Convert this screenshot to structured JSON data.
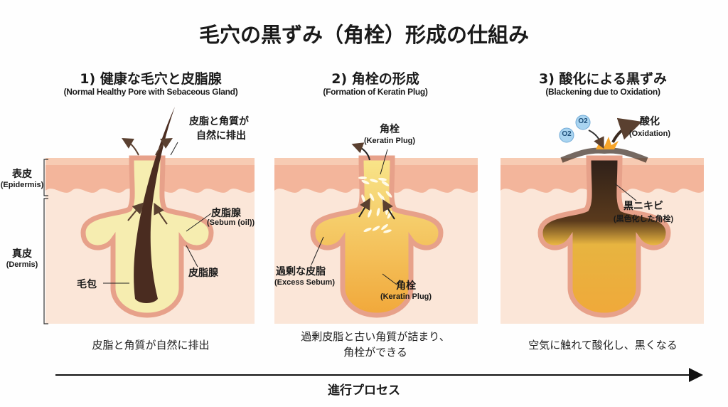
{
  "title": "毛穴の黒ずみ（角栓）形成の仕組み",
  "layers": {
    "epidermis": {
      "ja": "表皮",
      "en": "(Epidermis)"
    },
    "dermis": {
      "ja": "真皮",
      "en": "(Dermis)"
    }
  },
  "panels": [
    {
      "heading": "1) 健康な毛穴と皮脂腺",
      "subheading": "(Normal Healthy Pore with Sebaceous Gland)",
      "labels": {
        "discharge_1": "皮脂と角質が",
        "discharge_2": "自然に排出",
        "gland": "皮脂腺",
        "gland_en": "(Sebum (oil))",
        "gland2": "皮脂腺",
        "follicle": "毛包"
      },
      "caption": "皮脂と角質が自然に排出"
    },
    {
      "heading": "2) 角栓の形成",
      "subheading": "(Formation of Keratin Plug)",
      "labels": {
        "plug_top": "角栓",
        "plug_top_en": "(Keratin Plug)",
        "sebum": "過剰な皮脂",
        "sebum_en": "(Excess Sebum)",
        "plug": "角栓",
        "plug_en": "(Keratin Plug)"
      },
      "caption_1": "過剰皮脂と古い角質が詰まり、",
      "caption_2": "角栓ができる"
    },
    {
      "heading": "3) 酸化による黒ずみ",
      "subheading": "(Blackening due to Oxidation)",
      "labels": {
        "oxygen": "O2",
        "oxidation": "酸化",
        "oxidation_en": "(Oxidation)",
        "blackhead": "黒ニキビ",
        "blackhead_en": "(黒色化した角栓)"
      },
      "caption": "空気に触れて酸化し、黒くなる"
    }
  ],
  "process_label": "進行プロセス",
  "colors": {
    "epidermis": "#f3b59b",
    "dermis": "#fbe6d8",
    "sebum": "#f6e27a",
    "plug": "#f2b53a",
    "hair": "#4a2c20"
  }
}
